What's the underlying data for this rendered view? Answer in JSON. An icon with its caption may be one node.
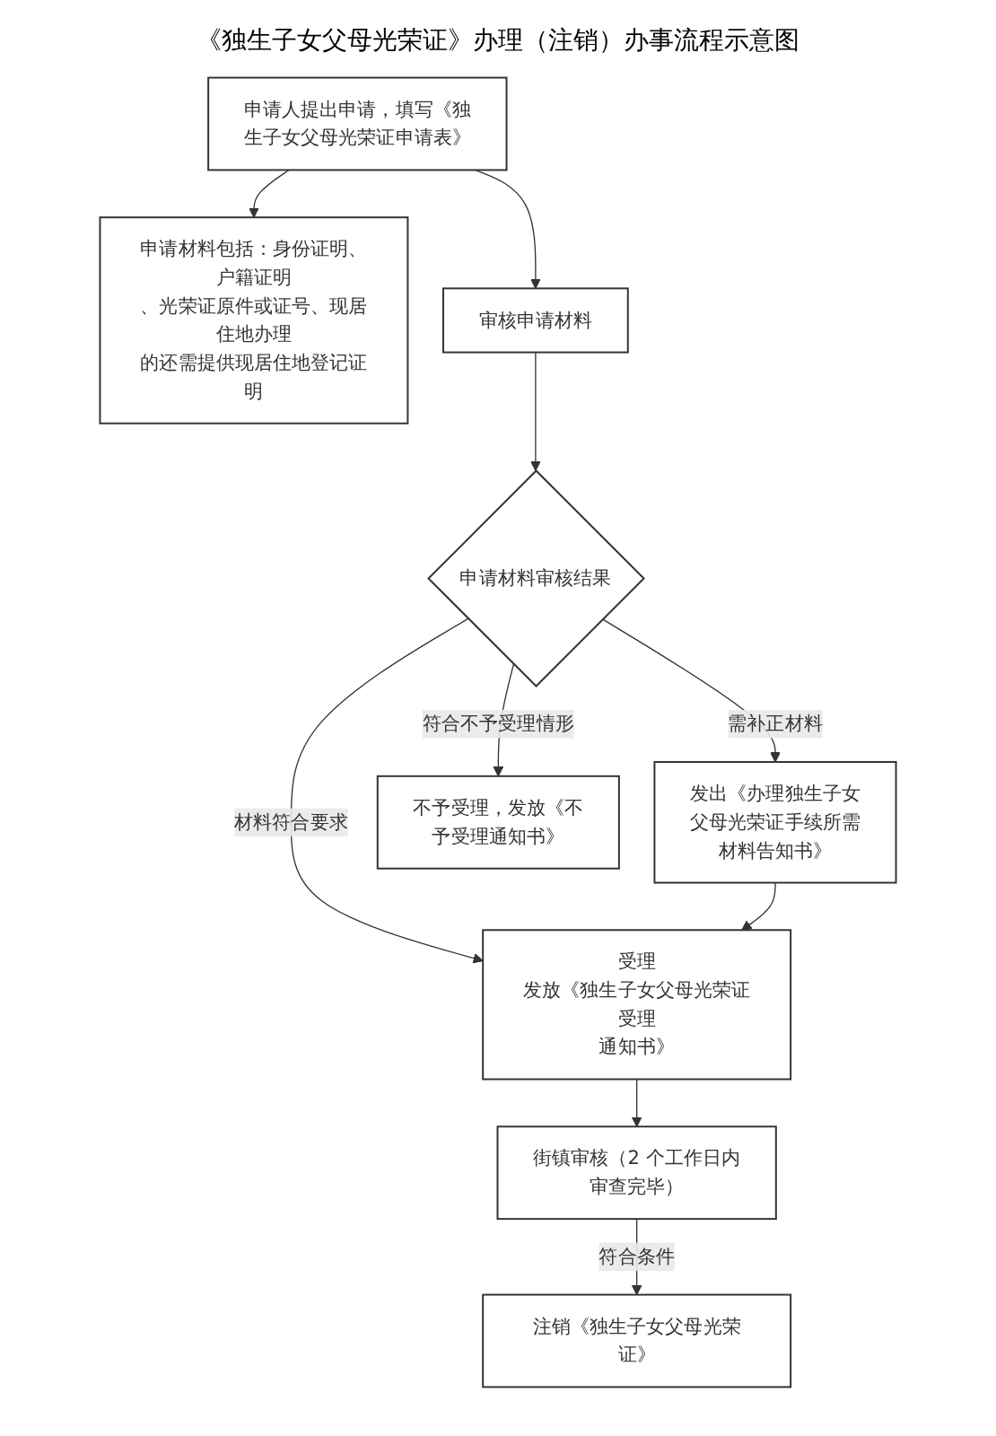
{
  "diagram": {
    "title": "《独生子女父母光荣证》办理（注销）办事流程示意图",
    "nodes": [
      {
        "text": [
          "申请人提出申请，填写《独生子女父母光荣证申请表》"
        ]
      },
      {
        "text": [
          "申请材料包括：身份证明、户籍证明、光荣证原件或证号、现居住地办理的还需提供现居住地登记证明"
        ]
      },
      {
        "text": [
          "审核申请材料"
        ]
      },
      {
        "text": [
          "申请材料审核结果"
        ]
      },
      {
        "text": [
          "发出《办理独生子女父母光荣证手续所需材料告知书》"
        ]
      },
      {
        "text": [
          "不予受理，发放《不予受理通知书》"
        ]
      },
      {
        "text": [
          "受理",
          "发放《独生子女父母光荣证受理通知书》"
        ]
      },
      {
        "text": [
          "街镇审核（2 个工作日内审查完毕）"
        ]
      },
      {
        "text": [
          "注销《独生子女父母光荣证》"
        ]
      }
    ],
    "edges": [
      {
        "from": 0,
        "to": 1,
        "arrow": "to"
      },
      {
        "from": 0,
        "to": 2,
        "arrow": "to"
      },
      {
        "from": 2,
        "to": 3,
        "arrow": "to"
      },
      {
        "from": 3,
        "to": 4,
        "arrow": "to",
        "label": "需补正材料"
      },
      {
        "from": 3,
        "to": 5,
        "arrow": "to",
        "label": "符合不予受理情形"
      },
      {
        "from": 3,
        "to": 6,
        "arrow": "to",
        "label": "材料符合要求"
      },
      {
        "from": 4,
        "to": 6,
        "arrow": "to"
      },
      {
        "from": 6,
        "to": 7,
        "arrow": "to"
      },
      {
        "from": 7,
        "to": 8,
        "arrow": "to",
        "label": "符合条件"
      }
    ]
  }
}
